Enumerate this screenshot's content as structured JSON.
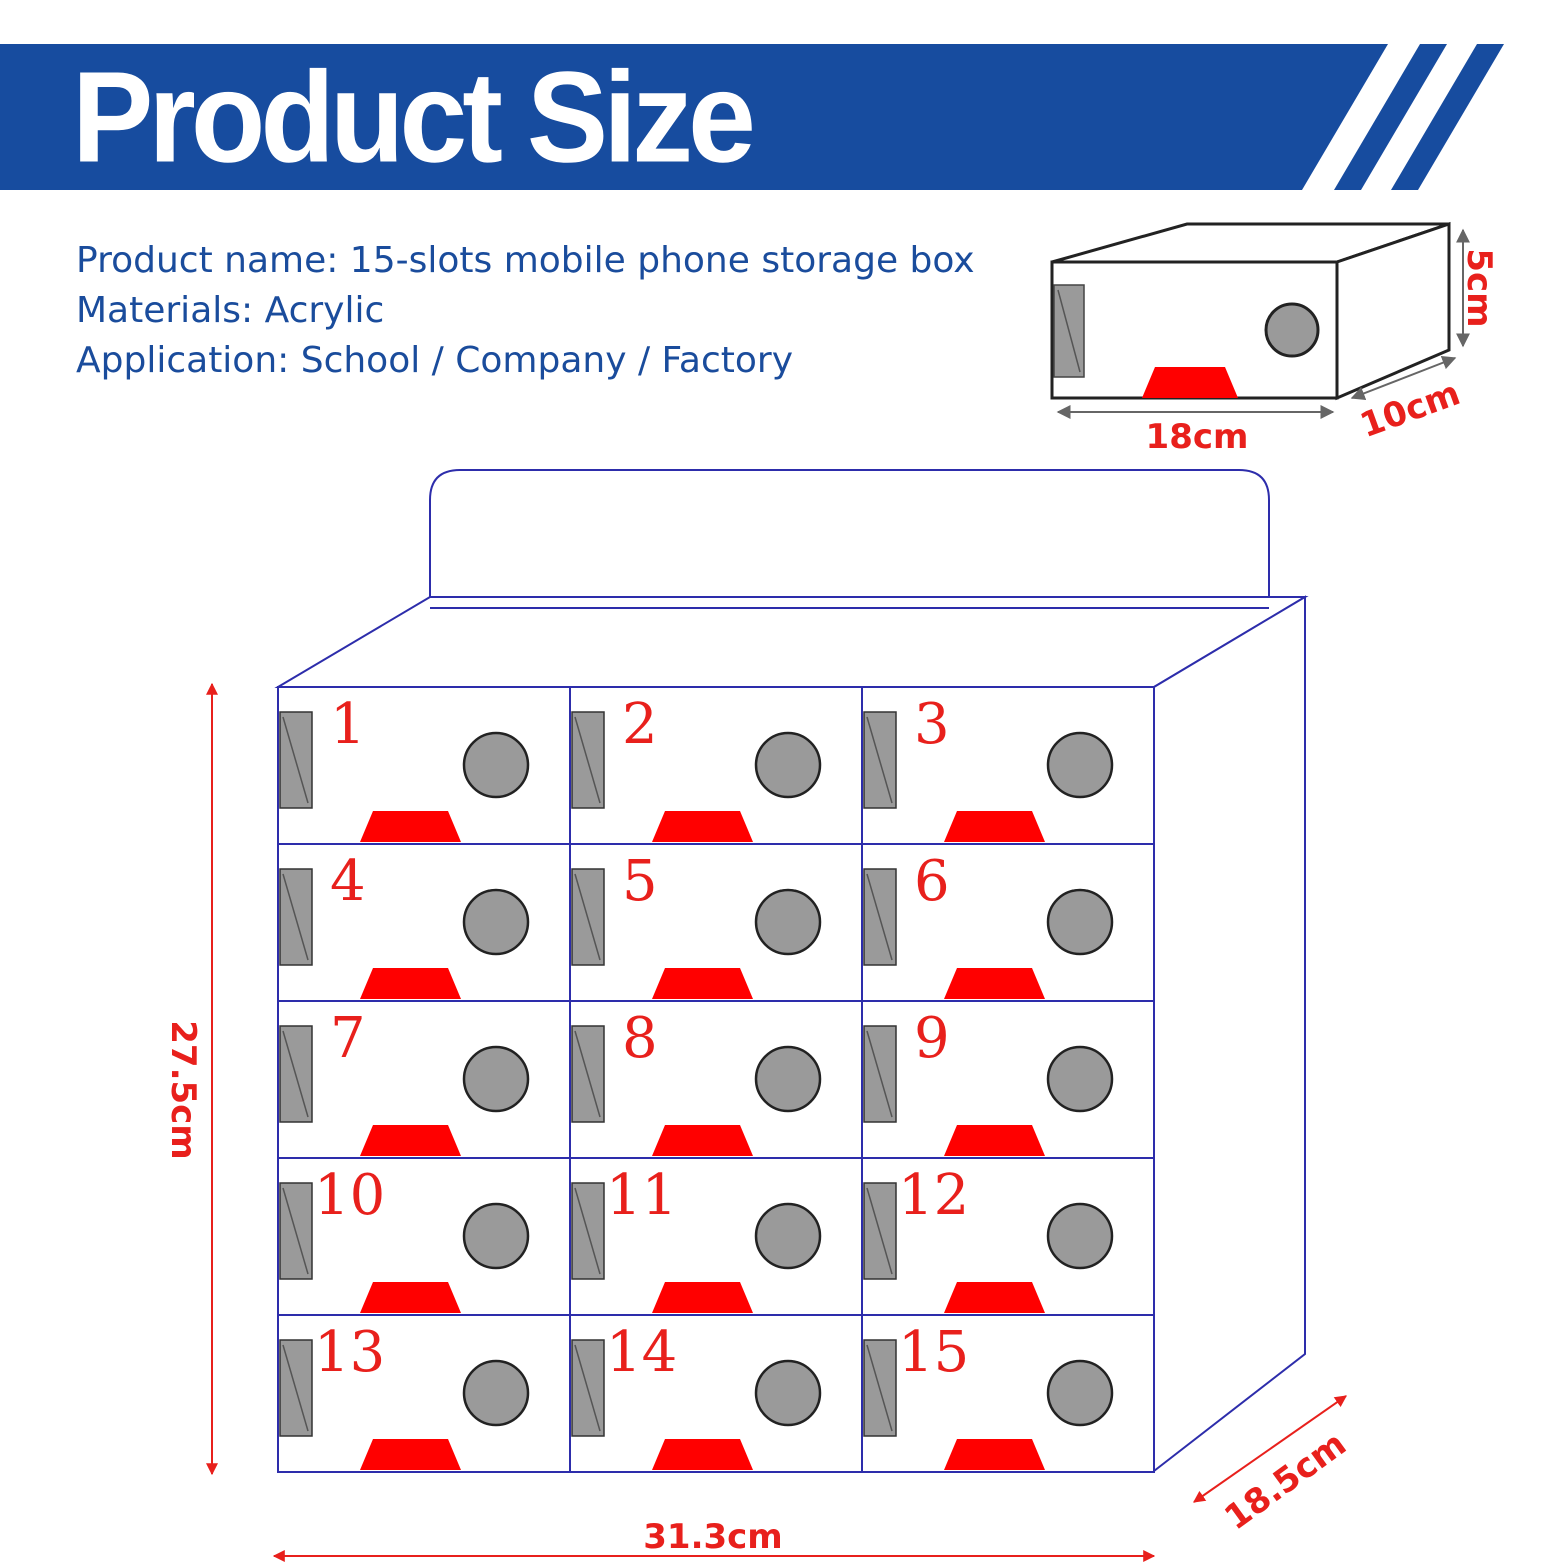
{
  "banner": {
    "title": "Product Size",
    "color": "#174c9f"
  },
  "info": {
    "lines": [
      "Product name: 15-slots mobile phone storage box",
      "Materials: Acrylic",
      "Application: School / Company / Factory"
    ],
    "color": "#1a4c9c"
  },
  "single_box": {
    "width_label": "18cm",
    "height_label": "5cm",
    "depth_label": "10cm"
  },
  "cabinet": {
    "slot_numbers": [
      "1",
      "2",
      "3",
      "4",
      "5",
      "6",
      "7",
      "8",
      "9",
      "10",
      "11",
      "12",
      "13",
      "14",
      "15"
    ],
    "height_label": "27.5cm",
    "width_label": "31.3cm",
    "depth_label": "18.5cm",
    "outline_color": "#2d2dab",
    "accent_color": "#ff0000",
    "handle_color": "#9a9a9a"
  }
}
